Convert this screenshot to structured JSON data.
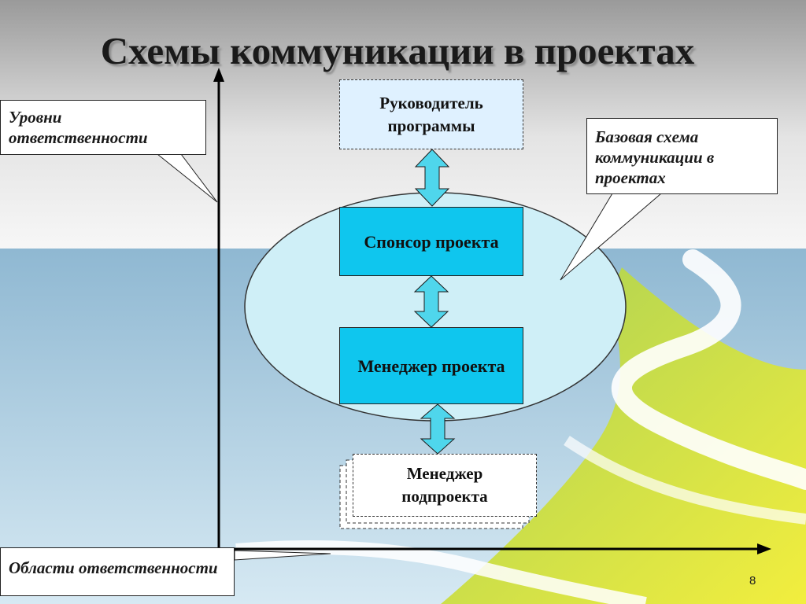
{
  "title": "Схемы коммуникации в проектах",
  "axis": {
    "vertical_label": "Уровни ответственности",
    "horizontal_label": "Области ответственности"
  },
  "callout_base": "Базовая схема коммуникации в проектах",
  "nodes": {
    "program_manager": "Руководитель программы",
    "project_sponsor": "Спонсор проекта",
    "project_manager": "Менеджер проекта",
    "subproject_manager": "Менеджер подпроекта"
  },
  "page_number": "8",
  "colors": {
    "node_fill": "#0fc6ee",
    "dashed_fill": "#dff1ff",
    "ellipse_fill": "#cfeff7",
    "arrow_fill": "#4fd6ec"
  }
}
